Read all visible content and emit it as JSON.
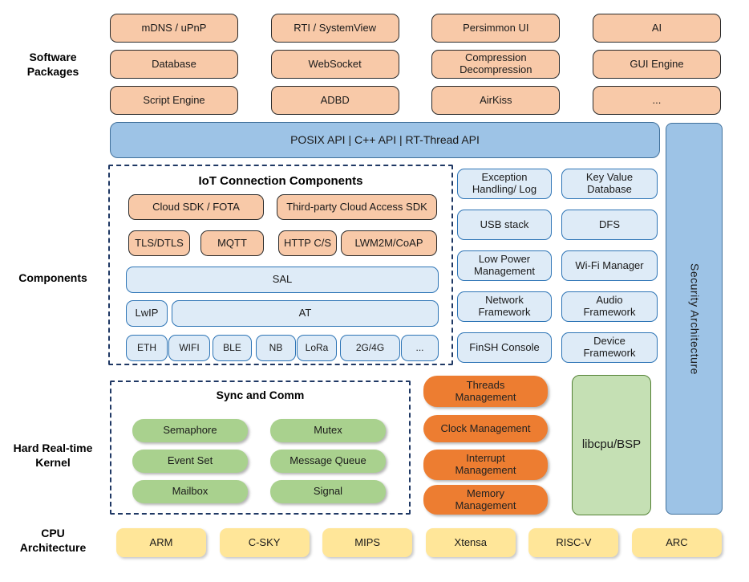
{
  "side_labels": {
    "software_packages": "Software\nPackages",
    "components": "Components",
    "kernel": "Hard Real-time\nKernel",
    "cpu": "CPU\nArchitecture"
  },
  "software_packages": [
    "mDNS / uPnP",
    "RTI / SystemView",
    "Persimmon UI",
    "AI",
    "Database",
    "WebSocket",
    "Compression\nDecompression",
    "GUI Engine",
    "Script Engine",
    "ADBD",
    "AirKiss",
    "..."
  ],
  "api_bar": "POSIX API | C++ API | RT-Thread API",
  "security_bar": "Security Architecture",
  "iot": {
    "title": "IoT Connection Components",
    "cloud_sdk": "Cloud SDK / FOTA",
    "third_party": "Third-party Cloud Access SDK",
    "protocols": [
      "TLS/DTLS",
      "MQTT",
      "HTTP C/S",
      "LWM2M/CoAP"
    ],
    "sal": "SAL",
    "lwip": "LwIP",
    "at": "AT",
    "links": [
      "ETH",
      "WIFI",
      "BLE",
      "NB",
      "LoRa",
      "2G/4G",
      "..."
    ]
  },
  "services": [
    "Exception\nHandling/ Log",
    "Key Value\nDatabase",
    "USB stack",
    "DFS",
    "Low Power\nManagement",
    "Wi-Fi Manager",
    "Network\nFramework",
    "Audio\nFramework",
    "FinSH Console",
    "Device\nFramework"
  ],
  "kernel": {
    "title": "Sync and Comm",
    "sync": [
      "Semaphore",
      "Mutex",
      "Event Set",
      "Message Queue",
      "Mailbox",
      "Signal"
    ],
    "management": [
      "Threads\nManagement",
      "Clock Management",
      "Interrupt\nManagement",
      "Memory\nManagement"
    ],
    "libcpu": "libcpu/BSP"
  },
  "cpu_architectures": [
    "ARM",
    "C-SKY",
    "MIPS",
    "Xtensa",
    "RISC-V",
    "ARC"
  ],
  "colors": {
    "package_fill": "#F8C9A8",
    "package_border": "#2b2b2b",
    "light_blue_fill": "#DEEBF7",
    "light_blue_border": "#2E75B6",
    "api_bar_fill": "#9DC3E6",
    "api_bar_border": "#41719C",
    "green_fill": "#A9D18E",
    "orange_fill": "#ED7D31",
    "libcpu_fill": "#C5E0B4",
    "libcpu_border": "#538135",
    "yellow_fill": "#FFE699",
    "dashed_border": "#1F3864"
  }
}
